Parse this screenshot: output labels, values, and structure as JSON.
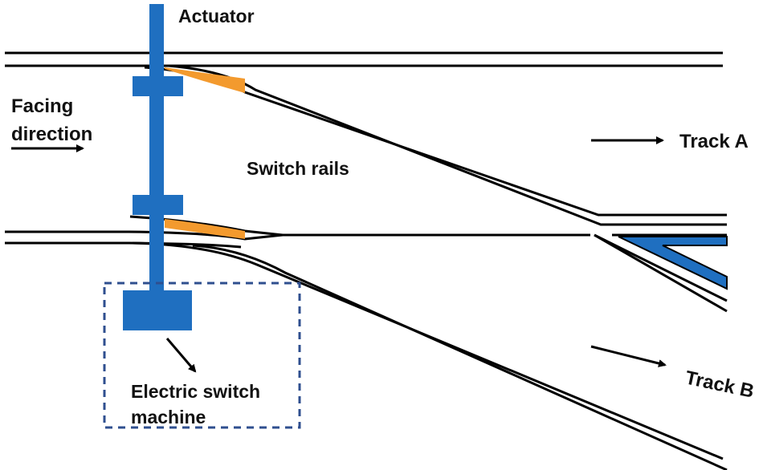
{
  "labels": {
    "actuator": "Actuator",
    "facing_line1": "Facing",
    "facing_line2": "direction",
    "switch_rails": "Switch rails",
    "track_a": "Track A",
    "track_b": "Track B",
    "machine_line1": "Electric switch",
    "machine_line2": "machine"
  },
  "colors": {
    "rail": "#000000",
    "actuator_blue": "#1f6fc0",
    "switch_tip_orange": "#f39a2e",
    "frog_blue": "#1f6fc0",
    "machine_border": "#2f4f8f"
  }
}
